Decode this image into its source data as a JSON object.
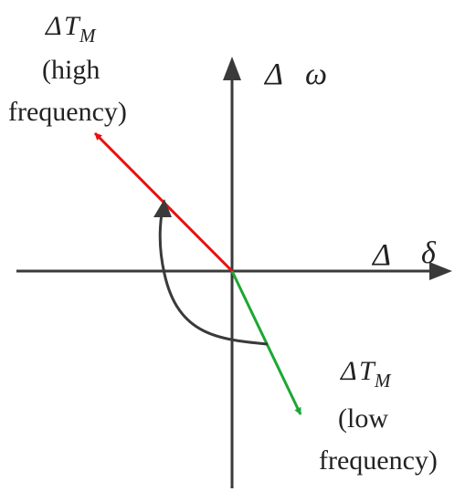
{
  "axes": {
    "x_label_delta": "Δ",
    "x_label_var": "δ",
    "y_label_delta": "Δ",
    "y_label_var": "ω"
  },
  "vectors": {
    "high": {
      "label_delta": "Δ",
      "label_T": "T",
      "label_sub": "M",
      "line1": "(high",
      "line2": "frequency)",
      "color": "#e81010"
    },
    "low": {
      "label_delta": "Δ",
      "label_T": "T",
      "label_sub": "M",
      "line1": "(low",
      "line2": "frequency)",
      "color": "#1aa832"
    }
  },
  "axis_color": "#3a3a3a",
  "rotation_arrow_color": "#3a3a3a"
}
